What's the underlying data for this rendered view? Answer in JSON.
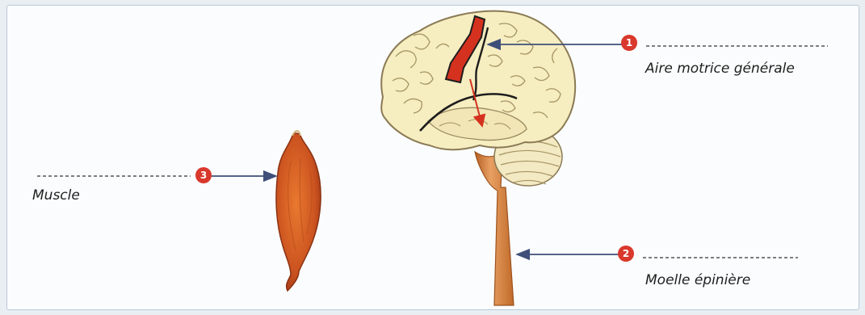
{
  "labels": {
    "one": {
      "number": "1",
      "text": "Aire motrice générale"
    },
    "two": {
      "number": "2",
      "text": "Moelle épinière"
    },
    "three": {
      "number": "3",
      "text": "Muscle"
    }
  },
  "colors": {
    "badge": "#d9382c",
    "arrow": "#3e4f7a",
    "brain": "#f6edc0",
    "motor_cortex": "#d5311f",
    "spinal_cord": "#d98a45",
    "muscle": "#cf5620"
  }
}
